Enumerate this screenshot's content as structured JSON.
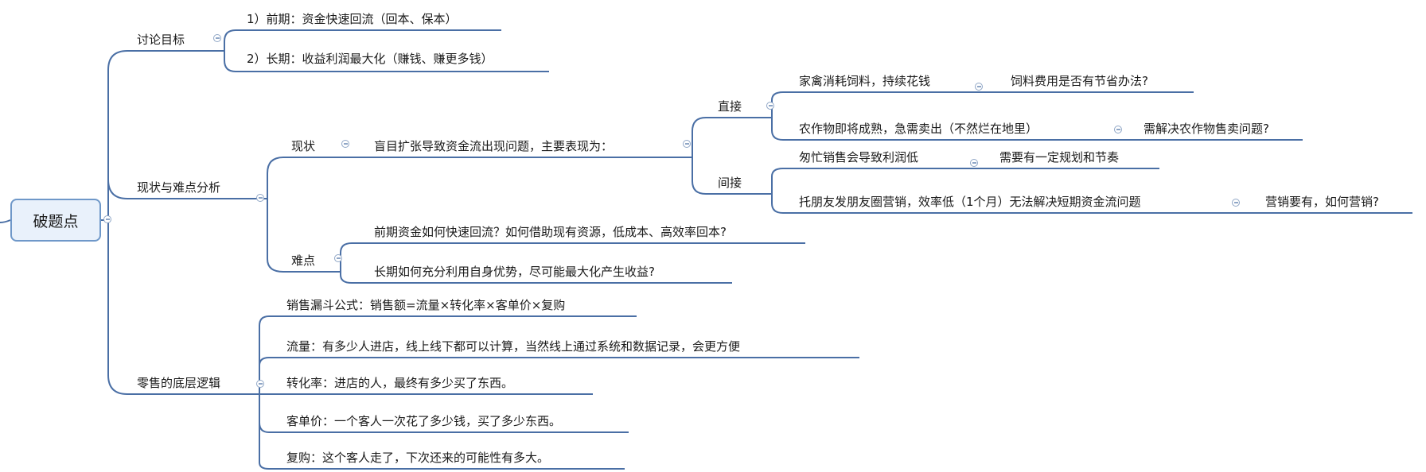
{
  "root": "破题点",
  "branches": {
    "goal": {
      "label": "讨论目标",
      "items": [
        "1）前期：资金快速回流（回本、保本）",
        "2）长期：收益利润最大化（赚钱、赚更多钱）"
      ]
    },
    "analysis": {
      "label": "现状与难点分析",
      "status": {
        "label": "现状",
        "summary": "盲目扩张导致资金流出现问题，主要表现为：",
        "direct": {
          "label": "直接",
          "items": [
            {
              "text": "家禽消耗饲料，持续花钱",
              "sub": "饲料费用是否有节省办法?"
            },
            {
              "text": "农作物即将成熟，急需卖出（不然烂在地里）",
              "sub": "需解决农作物售卖问题?"
            }
          ]
        },
        "indirect": {
          "label": "间接",
          "items": [
            {
              "text": "匆忙销售会导致利润低",
              "sub": "需要有一定规划和节奏"
            },
            {
              "text": "托朋友发朋友圈营销，效率低（1个月）无法解决短期资金流问题",
              "sub": "营销要有，如何营销?"
            }
          ]
        }
      },
      "difficulty": {
        "label": "难点",
        "items": [
          "前期资金如何快速回流？如何借助现有资源，低成本、高效率回本?",
          "长期如何充分利用自身优势，尽可能最大化产生收益?"
        ]
      }
    },
    "retail": {
      "label": "零售的底层逻辑",
      "items": [
        "销售漏斗公式：销售额=流量×转化率×客单价×复购",
        "流量：有多少人进店，线上线下都可以计算，当然线上通过系统和数据记录，会更方便",
        "转化率：进店的人，最终有多少买了东西。",
        "客单价：一个客人一次花了多少钱，买了多少东西。",
        "复购：这个客人走了，下次还来的可能性有多大。"
      ]
    }
  },
  "colors": {
    "line": "#4a6fa5",
    "box_border": "#6f98c9",
    "box_fill": "#e9f1fb",
    "toggle": "#8fa6c6"
  }
}
